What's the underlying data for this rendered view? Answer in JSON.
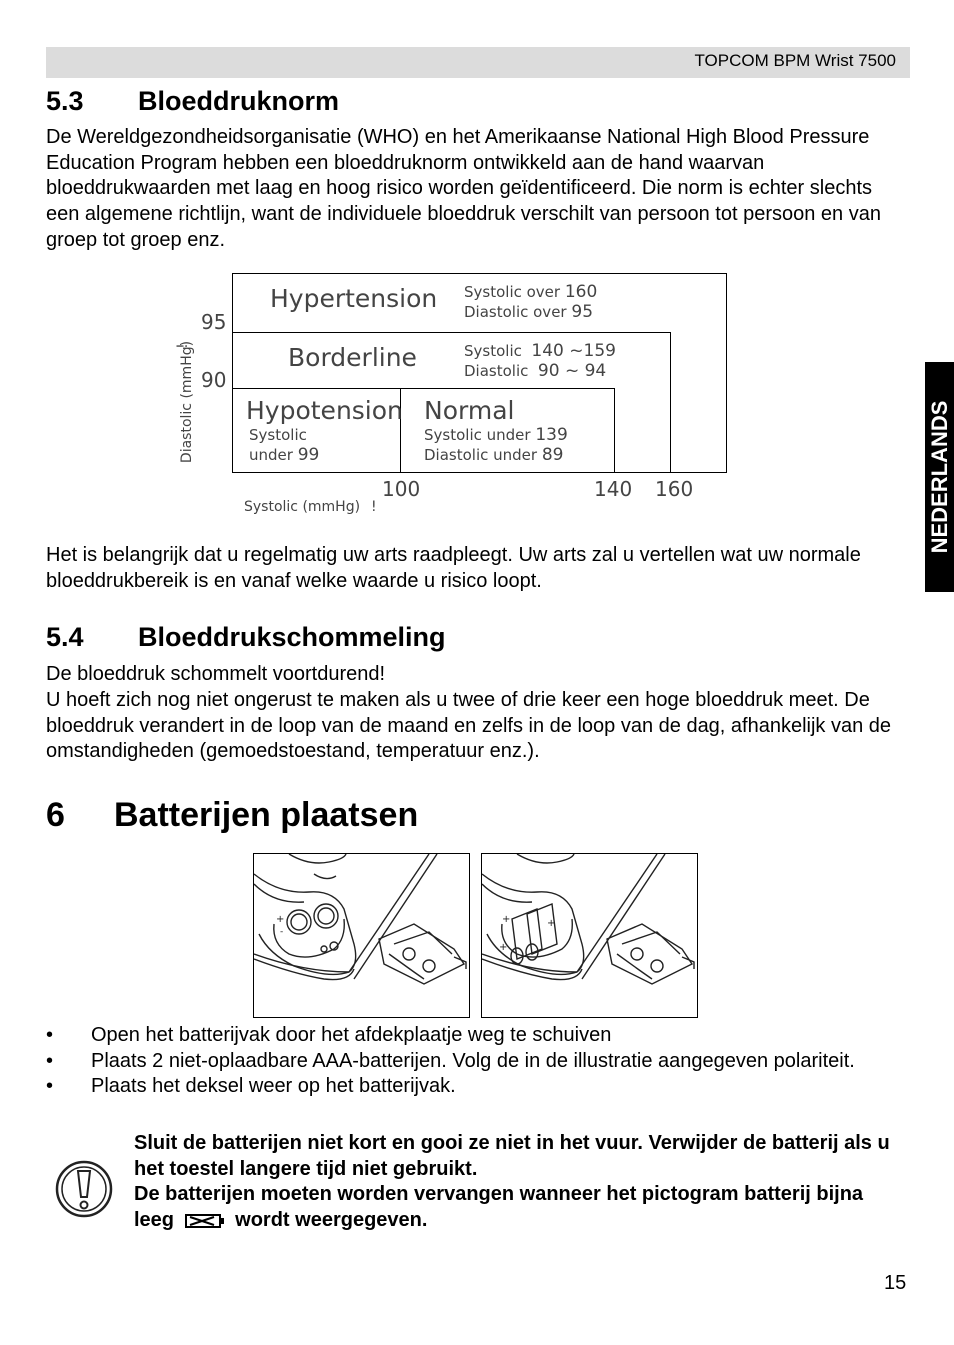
{
  "header": {
    "title": "TOPCOM BPM Wrist 7500"
  },
  "side_tab": {
    "label": "NEDERLANDS"
  },
  "section_5_3": {
    "number": "5.3",
    "title": "Bloeddruknorm",
    "paragraph": "De Wereldgezondheidsorganisatie (WHO) en het Amerikaanse National High Blood Pressure Education Program hebben een bloeddruknorm ontwikkeld aan de hand waarvan bloeddrukwaarden met laag en hoog risico worden geïdentificeerd.  Die norm is echter slechts een algemene richtlijn, want de individuele bloeddruk verschilt van persoon tot persoon en van groep tot groep enz."
  },
  "chart_data": {
    "type": "table",
    "ylabel": "Diastolic (mmHg)",
    "xlabel": "Systolic (mmHg)",
    "y_ticks": [
      "95",
      "90"
    ],
    "x_ticks": [
      "100",
      "140",
      "160"
    ],
    "zones": [
      {
        "name": "Hypertension",
        "line1_prefix": "Systolic over",
        "line1_value": "160",
        "line2_prefix": "Diastolic over",
        "line2_value": "95"
      },
      {
        "name": "Borderline",
        "line1_prefix": "Systolic",
        "line1_value": "140 ~159",
        "line2_prefix": "Diastolic",
        "line2_value": "90 ~ 94"
      },
      {
        "name": "Hypotension",
        "line1_prefix": "Systolic",
        "line1_value": "",
        "line2_prefix": "under",
        "line2_value": "99"
      },
      {
        "name": "Normal",
        "line1_prefix": "Systolic under",
        "line1_value": "139",
        "line2_prefix": "Diastolic under",
        "line2_value": "89"
      }
    ]
  },
  "after_chart": {
    "paragraph": "Het is belangrijk dat u regelmatig uw arts raadpleegt.  Uw arts zal u vertellen wat uw normale bloeddrukbereik is en vanaf welke waarde u risico loopt."
  },
  "section_5_4": {
    "number": "5.4",
    "title": "Bloeddrukschommeling",
    "line1": "De bloeddruk schommelt voortdurend!",
    "line2": "U hoeft zich nog niet ongerust te maken als u twee of drie keer een hoge bloeddruk meet. De bloeddruk verandert in de loop van de maand en zelfs in de loop van de dag, afhankelijk van de omstandigheden (gemoedstoestand, temperatuur enz.)."
  },
  "section_6": {
    "number": "6",
    "title": "Batterijen plaatsen"
  },
  "bullets": [
    "Open het batterijvak door het afdekplaatje weg te schuiven",
    "Plaats 2 niet-oplaadbare AAA-batterijen. Volg de in de illustratie aangegeven polariteit.",
    "Plaats het deksel weer op het batterijvak."
  ],
  "bullet_symbol": "•",
  "warning": {
    "text1": "Sluit de batterijen niet kort en gooi ze niet in het vuur. Verwijder de batterij als u het toestel langere tijd niet gebruikt.",
    "text2_before": "De batterijen moeten worden vervangen wanneer het pictogram batterij bijna leeg",
    "text2_after": "wordt weergegeven."
  },
  "page_number": "15"
}
